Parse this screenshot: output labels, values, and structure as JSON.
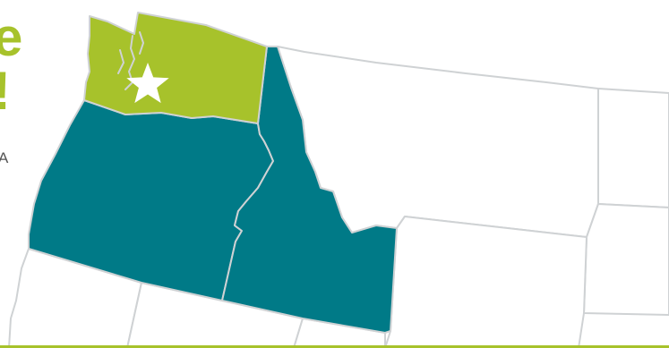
{
  "colors": {
    "washington": "#a7c22b",
    "oregon_idaho": "#007a87",
    "other_states_fill": "#ffffff",
    "borders": "#cfd2d4",
    "star": "#ffffff",
    "headline": "#a7c22b",
    "side_text": "#555555",
    "bottom_rule": "#a7c22b"
  },
  "headline": {
    "line1": "e",
    "line2": "!"
  },
  "side_text": "A",
  "map": {
    "highlighted_primary": "washington",
    "highlighted_secondary": [
      "oregon",
      "idaho"
    ],
    "marker": "star-icon"
  }
}
